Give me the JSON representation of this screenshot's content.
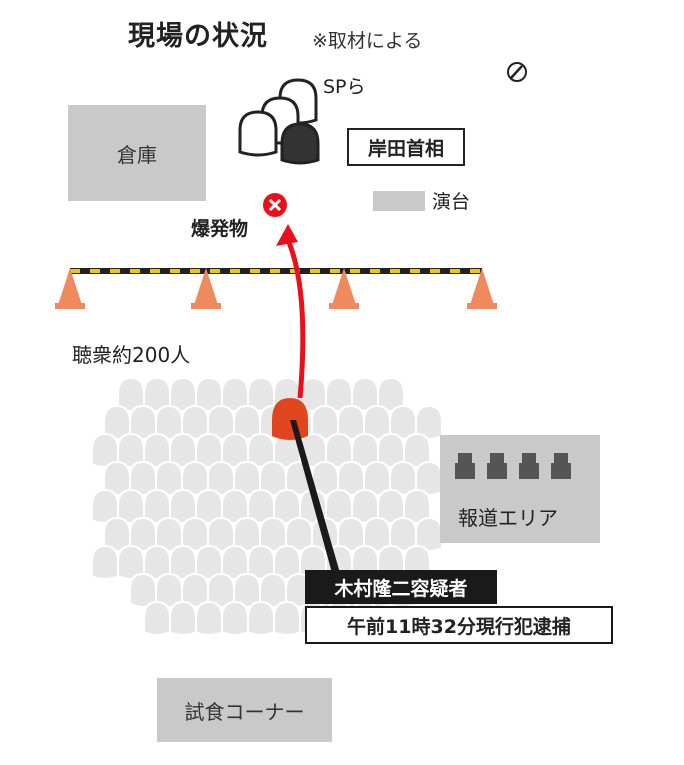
{
  "title": "現場の状況",
  "title_note": "※取材による",
  "labels": {
    "sp": "SPら",
    "prime_minister": "岸田首相",
    "warehouse": "倉庫",
    "podium": "演台",
    "explosive": "爆発物",
    "audience": "聴衆約200人",
    "press_area": "報道エリア",
    "suspect_name": "木村隆二容疑者",
    "suspect_arrest": "午前11時32分現行犯逮捕",
    "food_corner": "試食コーナー"
  },
  "colors": {
    "suspect": "#e0461e",
    "arrow": "#e8111b",
    "cone": "#ee8a5e",
    "crowd": "#e6e6e6",
    "box": "#c9c9c9"
  },
  "icons": [
    "compass-icon",
    "explosion-marker-icon",
    "camera-icon"
  ]
}
